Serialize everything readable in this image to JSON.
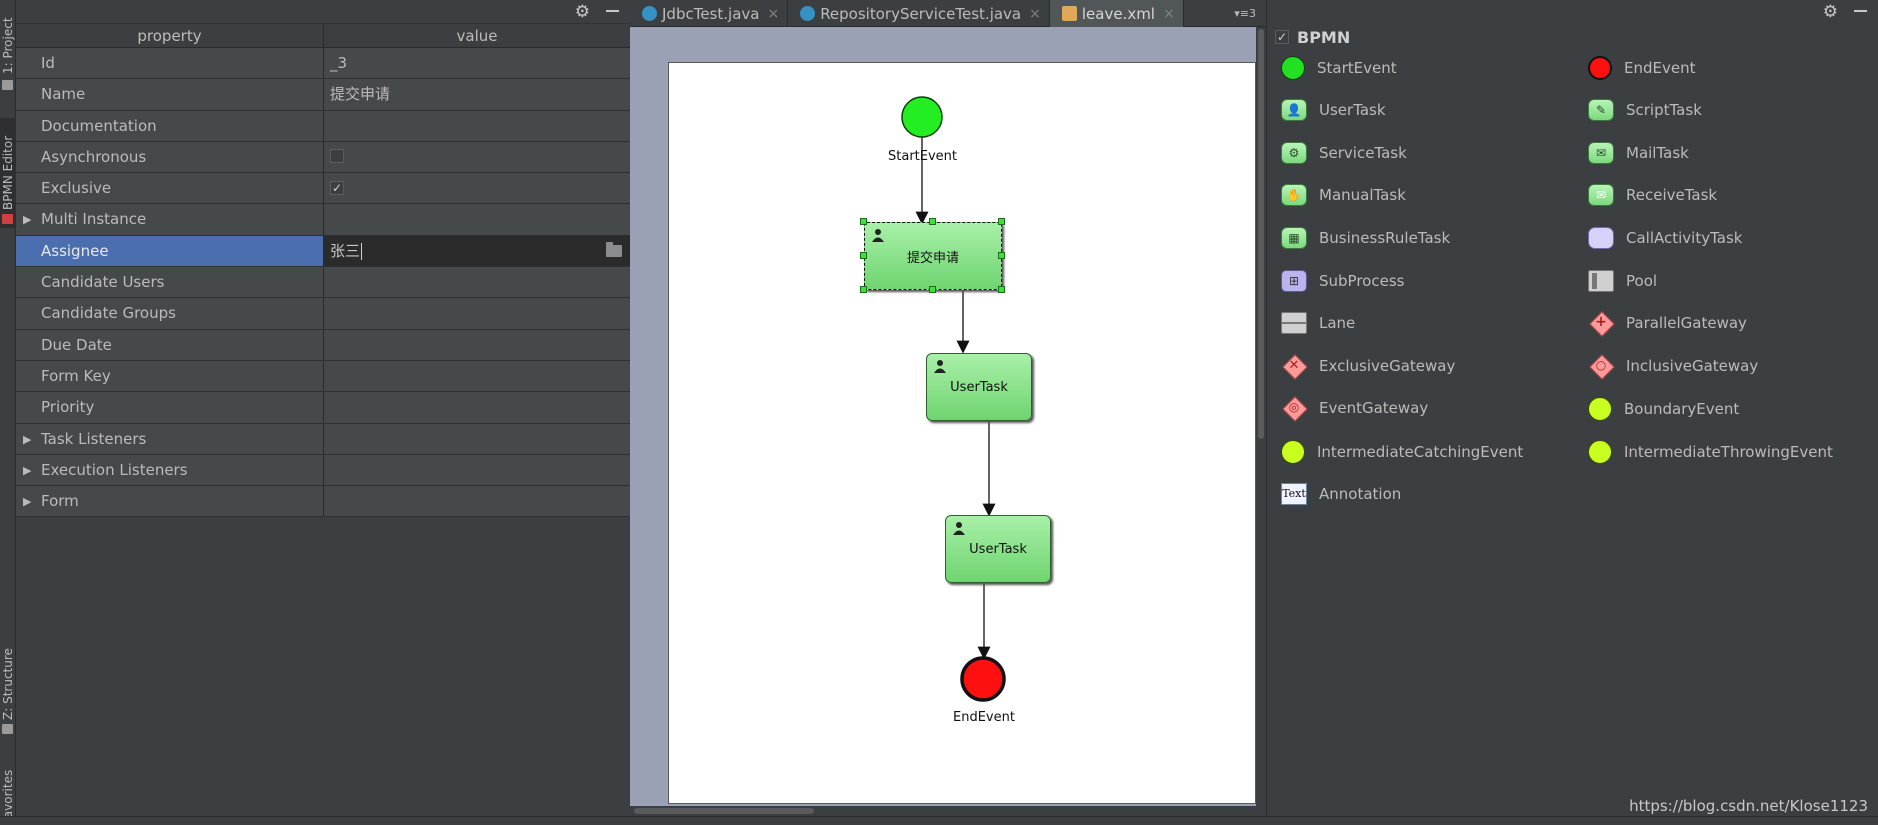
{
  "left_strip": {
    "project_tab": "1: Project",
    "bpmn_tab": "BPMN Editor",
    "structure_tab": "Z: Structure",
    "favorites_tab": "Favorites"
  },
  "properties": {
    "col_property": "property",
    "col_value": "value",
    "rows": [
      {
        "key": "Id",
        "value": "_3"
      },
      {
        "key": "Name",
        "value": "提交申请"
      },
      {
        "key": "Documentation",
        "value": ""
      },
      {
        "key": "Asynchronous",
        "value": ""
      },
      {
        "key": "Exclusive",
        "value": "✓"
      },
      {
        "key": "Multi Instance",
        "value": ""
      },
      {
        "key": "Assignee",
        "value": "张三"
      },
      {
        "key": "Candidate Users",
        "value": ""
      },
      {
        "key": "Candidate Groups",
        "value": ""
      },
      {
        "key": "Due Date",
        "value": ""
      },
      {
        "key": "Form Key",
        "value": ""
      },
      {
        "key": "Priority",
        "value": ""
      },
      {
        "key": "Task Listeners",
        "value": ""
      },
      {
        "key": "Execution Listeners",
        "value": ""
      },
      {
        "key": "Form",
        "value": ""
      }
    ]
  },
  "tabs": [
    {
      "label": "JdbcTest.java",
      "close": "×"
    },
    {
      "label": "RepositoryServiceTest.java",
      "close": "×"
    },
    {
      "label": "leave.xml",
      "close": "×"
    }
  ],
  "tabs_more": "▾≡3",
  "diagram": {
    "start_label": "StartEvent",
    "task1_label": "提交申请",
    "task2_label": "UserTask",
    "task3_label": "UserTask",
    "end_label": "EndEvent"
  },
  "palette": {
    "title": "BPMN",
    "items": [
      {
        "label": "StartEvent",
        "icon": "circle-green"
      },
      {
        "label": "EndEvent",
        "icon": "circle-red"
      },
      {
        "label": "UserTask",
        "icon": "user-task"
      },
      {
        "label": "ScriptTask",
        "icon": "script-task"
      },
      {
        "label": "ServiceTask",
        "icon": "service-task"
      },
      {
        "label": "MailTask",
        "icon": "mail-task"
      },
      {
        "label": "ManualTask",
        "icon": "manual-task"
      },
      {
        "label": "ReceiveTask",
        "icon": "receive-task"
      },
      {
        "label": "BusinessRuleTask",
        "icon": "business-rule-task"
      },
      {
        "label": "CallActivityTask",
        "icon": "call-activity"
      },
      {
        "label": "SubProcess",
        "icon": "subprocess"
      },
      {
        "label": "Pool",
        "icon": "pool"
      },
      {
        "label": "Lane",
        "icon": "lane"
      },
      {
        "label": "ParallelGateway",
        "icon": "parallel-gateway"
      },
      {
        "label": "ExclusiveGateway",
        "icon": "exclusive-gateway"
      },
      {
        "label": "InclusiveGateway",
        "icon": "inclusive-gateway"
      },
      {
        "label": "EventGateway",
        "icon": "event-gateway"
      },
      {
        "label": "BoundaryEvent",
        "icon": "circle-lime"
      },
      {
        "label": "IntermediateCatchingEvent",
        "icon": "circle-lime"
      },
      {
        "label": "IntermediateThrowingEvent",
        "icon": "circle-lime"
      },
      {
        "label": "Annotation",
        "icon": "text-annotation"
      }
    ],
    "annotation_icon_text": "Text"
  },
  "watermark": "https://blog.csdn.net/Klose1123",
  "colors": {
    "bg": "#3c3f41",
    "selection": "#4b6eaf",
    "task_green": "#7cd87c",
    "start_green": "#22e022",
    "end_red": "#ff1010"
  }
}
